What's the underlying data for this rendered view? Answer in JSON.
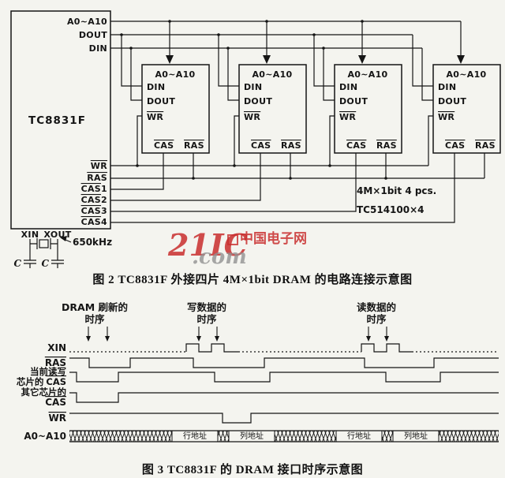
{
  "figure2": {
    "caption": "图 2  TC8831F 外接四片 4M×1bit DRAM 的电路连接示意图",
    "chip": {
      "name": "TC8831F",
      "pin_addr": "A0~A10",
      "pin_dout": "DOUT",
      "pin_din": "DIN",
      "pin_wr": "WR",
      "pin_ras": "RAS",
      "pin_cas_base": "CAS",
      "cas_suffixes": [
        "1",
        "2",
        "3",
        "4"
      ],
      "pin_xin": "XIN",
      "pin_xout": "XOUT"
    },
    "dram": {
      "pin_addr": "A0~A10",
      "pin_din": "DIN",
      "pin_dout": "DOUT",
      "pin_wr": "WR",
      "pin_cas": "CAS",
      "pin_ras": "RAS"
    },
    "notes": {
      "size": "4M×1bit  4 pcs.",
      "part": "TC514100×4",
      "freq": "650kHz",
      "cap_left": "C",
      "cap_right": "C"
    },
    "watermark": {
      "brand": "21IC",
      "site": "中国电子网",
      "com": ".com"
    }
  },
  "figure3": {
    "caption": "图 3  TC8831F 的 DRAM 接口时序示意图",
    "annotations": {
      "refresh_line1": "DRAM 刷新的",
      "refresh_line2": "时序",
      "write_line1": "写数据的",
      "write_line2": "时序",
      "read_line1": "读数据的",
      "read_line2": "时序"
    },
    "signals": {
      "xin": "XIN",
      "ras": "RAS",
      "cas_current_line1": "当前读写",
      "cas_current_line2_prefix": "芯片的",
      "cas_current_line2_cas": "CAS",
      "cas_other_line1": "其它芯片的",
      "cas_other_line2": "CAS",
      "wr": "WR",
      "addr": "A0~A10"
    },
    "bus_labels": {
      "row": "行地址",
      "col": "列地址"
    }
  }
}
